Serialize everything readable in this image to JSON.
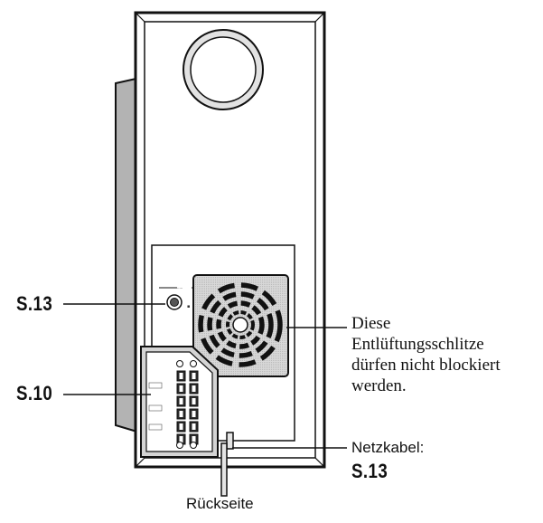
{
  "labels": {
    "ref_connector": "S.13",
    "ref_speakers": "S.10",
    "vent_note_line1": "Diese",
    "vent_note_line2": "Entlüftungsschlitze",
    "vent_note_line3": "dürfen nicht blockiert",
    "vent_note_line4": "werden.",
    "power_cable": "Netzkabel:",
    "power_cable_ref": "S.13",
    "caption": "Rückseite"
  }
}
